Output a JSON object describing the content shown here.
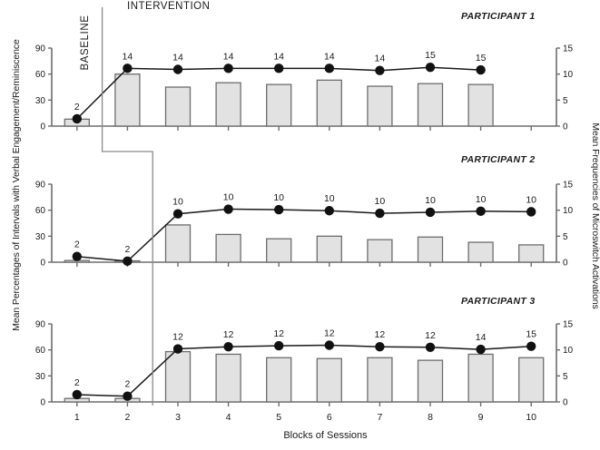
{
  "figure": {
    "ylabel_left": "Mean Percentages of Intervals with Verbal Engagement/Reminiscence",
    "ylabel_right": "Mean Frequencies of Microswitch Activations",
    "xlabel": "Blocks of Sessions",
    "phase_baseline": "BASELINE",
    "phase_intervention": "INTERVENTION",
    "panel1_title": "PARTICIPANT 1",
    "panel2_title": "PARTICIPANT 2",
    "panel3_title": "PARTICIPANT 3",
    "colors": {
      "bar_fill": "#e2e2e2",
      "bar_stroke": "#6d6d6d",
      "line": "#1a1a1a",
      "marker": "#111111",
      "axis": "#6d6d6d",
      "phase_line": "#8a8a8a"
    }
  },
  "chart_data": {
    "type": "bar",
    "title": "",
    "xlabel": "Blocks of Sessions",
    "ylabel": "Mean Percentages of Intervals with Verbal Engagement/Reminiscence",
    "ylabel_secondary": "Mean Frequencies of Microswitch Activations",
    "x": [
      1,
      2,
      3,
      4,
      5,
      6,
      7,
      8,
      9,
      10
    ],
    "xtick_labels": [
      "1",
      "2",
      "3",
      "4",
      "5",
      "6",
      "7",
      "8",
      "9",
      "10"
    ],
    "ylim": [
      0,
      90
    ],
    "ytick_labels": [
      "0",
      "30",
      "60",
      "90"
    ],
    "yticks": [
      0,
      30,
      60,
      90
    ],
    "ylim_secondary": [
      0,
      15
    ],
    "ytick_labels_secondary": [
      "0",
      "5",
      "10",
      "15"
    ],
    "yticks_secondary": [
      0,
      5,
      10,
      15
    ],
    "grid": false,
    "legend": "none",
    "annotations": [
      "BASELINE",
      "INTERVENTION"
    ],
    "panels": [
      {
        "name": "PARTICIPANT 1",
        "baseline_blocks": [
          1
        ],
        "intervention_blocks": [
          2,
          3,
          4,
          5,
          6,
          7,
          8,
          9,
          10
        ],
        "series": [
          {
            "name": "Mean Percentages of Intervals with Verbal Engagement/Reminiscence",
            "type": "bar",
            "axis": "left",
            "values": [
              8,
              60,
              45,
              50,
              48,
              53,
              46,
              49,
              48,
              null
            ]
          },
          {
            "name": "Mean Frequencies of Microswitch Activations",
            "type": "line",
            "axis": "right",
            "values": [
              1.4,
              11.1,
              10.9,
              11.1,
              11.1,
              11.1,
              10.7,
              11.3,
              10.8,
              null
            ]
          }
        ],
        "point_labels": [
          "2",
          "14",
          "14",
          "14",
          "14",
          "14",
          "14",
          "15",
          "15",
          ""
        ]
      },
      {
        "name": "PARTICIPANT 2",
        "baseline_blocks": [
          1,
          2
        ],
        "intervention_blocks": [
          3,
          4,
          5,
          6,
          7,
          8,
          9,
          10
        ],
        "series": [
          {
            "name": "Mean Percentages of Intervals with Verbal Engagement/Reminiscence",
            "type": "bar",
            "axis": "left",
            "values": [
              2,
              1,
              43,
              32,
              27,
              30,
              26,
              29,
              23,
              20
            ]
          },
          {
            "name": "Mean Frequencies of Microswitch Activations",
            "type": "line",
            "axis": "right",
            "values": [
              1.1,
              0.2,
              9.3,
              10.2,
              10.1,
              9.9,
              9.4,
              9.6,
              9.8,
              9.7
            ]
          }
        ],
        "point_labels": [
          "2",
          "2",
          "10",
          "10",
          "10",
          "10",
          "10",
          "10",
          "10",
          "10"
        ]
      },
      {
        "name": "PARTICIPANT 3",
        "baseline_blocks": [
          1,
          2
        ],
        "intervention_blocks": [
          3,
          4,
          5,
          6,
          7,
          8,
          9,
          10
        ],
        "series": [
          {
            "name": "Mean Percentages of Intervals with Verbal Engagement/Reminiscence",
            "type": "bar",
            "axis": "left",
            "values": [
              4,
              4,
              58,
              55,
              51,
              50,
              51,
              48,
              55,
              51
            ]
          },
          {
            "name": "Mean Frequencies of Microswitch Activations",
            "type": "line",
            "axis": "right",
            "values": [
              1.4,
              1.1,
              10.2,
              10.6,
              10.8,
              10.9,
              10.6,
              10.5,
              10.1,
              10.7
            ]
          }
        ],
        "point_labels": [
          "2",
          "2",
          "12",
          "12",
          "12",
          "12",
          "12",
          "12",
          "14",
          "15"
        ]
      }
    ]
  }
}
